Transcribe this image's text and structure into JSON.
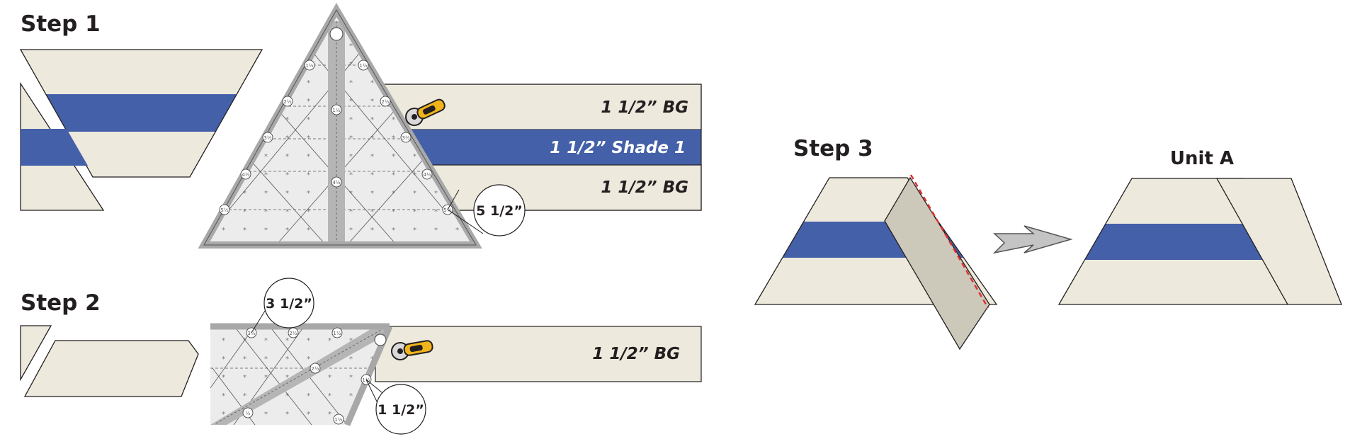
{
  "steps": {
    "step1": {
      "title": "Step 1"
    },
    "step2": {
      "title": "Step 2"
    },
    "step3": {
      "title": "Step 3"
    }
  },
  "unit": {
    "title": "Unit A"
  },
  "strips": {
    "step1_top": "1 1/2” BG",
    "step1_middle": "1 1/2” Shade 1",
    "step1_bottom": "1 1/2” BG",
    "step2": "1 1/2” BG"
  },
  "callouts": {
    "step1": "5 1/2”",
    "step2_top": "3 1/2”",
    "step2_bottom": "1 1/2”"
  },
  "ruler_marks": {
    "step1": [
      "1½",
      "1½",
      "1½",
      "2½",
      "2½",
      "3½",
      "3½",
      "4½",
      "4½",
      "4½",
      "5½",
      "5½"
    ],
    "step2": [
      "3½",
      "2½",
      "2½",
      "1½",
      "1½",
      "½",
      "1½"
    ]
  },
  "colors": {
    "background_fabric": "#ede9dc",
    "shade_1": "#4460a9",
    "folded_fabric": "#ccc8ba",
    "outline": "#231f20",
    "ruler": "#e8e8e8",
    "ruler_edge": "#a8a8a8",
    "stitch_line": "#e03131",
    "cutter_handle": "#f2b41c",
    "arrow": "#c4c4c4"
  },
  "icons": {
    "cutter": "rotary-cutter-icon",
    "arrow": "right-arrow-icon"
  }
}
